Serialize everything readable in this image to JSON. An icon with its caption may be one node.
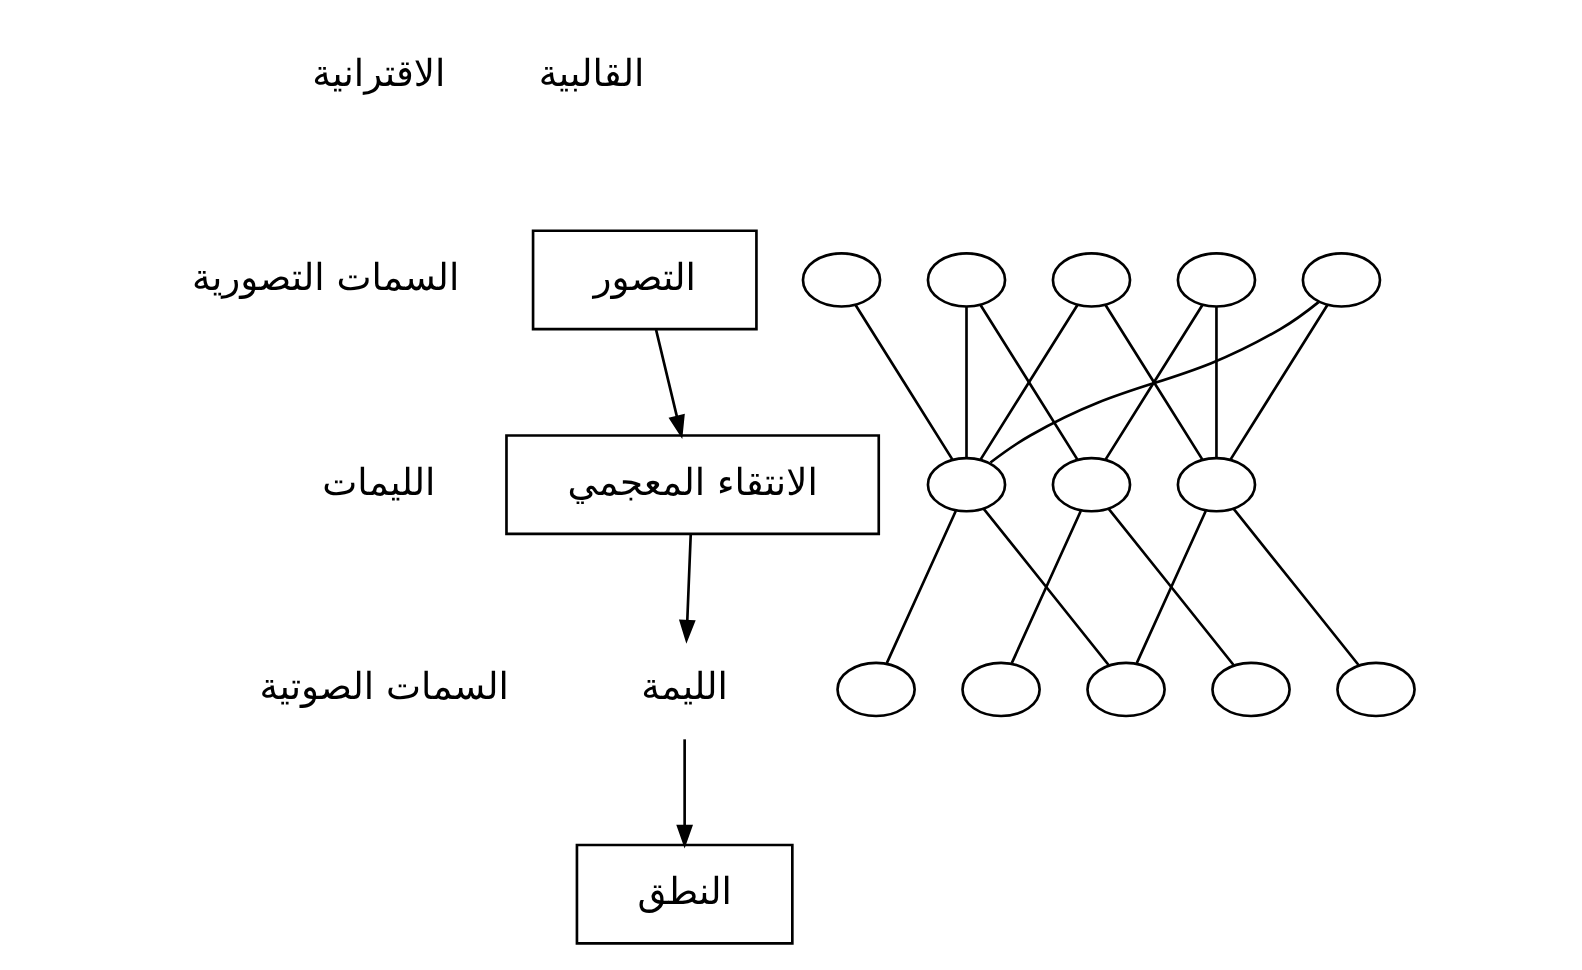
{
  "diagram": {
    "nodes": [
      {
        "text": [
          "التصور"
        ]
      },
      {
        "text": [
          "الانتقاء المعجمي"
        ]
      },
      {
        "text": [
          "الليمة"
        ]
      },
      {
        "text": [
          "النطق"
        ]
      },
      {
        "text": [],
        "shape": "circle"
      },
      {
        "text": [],
        "shape": "circle"
      },
      {
        "text": [],
        "shape": "circle"
      },
      {
        "text": [],
        "shape": "circle"
      },
      {
        "text": [],
        "shape": "circle"
      },
      {
        "text": [],
        "shape": "circle"
      },
      {
        "text": [],
        "shape": "circle"
      },
      {
        "text": [],
        "shape": "circle"
      },
      {
        "text": [],
        "shape": "circle"
      },
      {
        "text": [],
        "shape": "circle"
      },
      {
        "text": [],
        "shape": "circle"
      },
      {
        "text": [],
        "shape": "circle"
      },
      {
        "text": [],
        "shape": "circle"
      }
    ],
    "edges": [
      {
        "from": 0,
        "to": 1,
        "arrow": "to"
      },
      {
        "from": 1,
        "to": 2,
        "arrow": "to"
      },
      {
        "from": 2,
        "to": 3,
        "arrow": "to"
      },
      {
        "from": 4,
        "to": 9,
        "arrow": "none"
      },
      {
        "from": 5,
        "to": 9,
        "arrow": "none"
      },
      {
        "from": 5,
        "to": 10,
        "arrow": "none"
      },
      {
        "from": 6,
        "to": 9,
        "arrow": "none"
      },
      {
        "from": 6,
        "to": 11,
        "arrow": "none"
      },
      {
        "from": 7,
        "to": 10,
        "arrow": "none"
      },
      {
        "from": 7,
        "to": 11,
        "arrow": "none"
      },
      {
        "from": 8,
        "to": 9,
        "arrow": "none"
      },
      {
        "from": 8,
        "to": 11,
        "arrow": "none"
      },
      {
        "from": 9,
        "to": 12,
        "arrow": "none"
      },
      {
        "from": 9,
        "to": 14,
        "arrow": "none"
      },
      {
        "from": 10,
        "to": 13,
        "arrow": "none"
      },
      {
        "from": 10,
        "to": 15,
        "arrow": "none"
      },
      {
        "from": 11,
        "to": 14,
        "arrow": "none"
      },
      {
        "from": 11,
        "to": 16,
        "arrow": "none"
      }
    ],
    "labels": [
      "الاقترانية",
      "القالبية",
      "السمات التصورية",
      "الليمات",
      "السمات الصوتية"
    ]
  }
}
